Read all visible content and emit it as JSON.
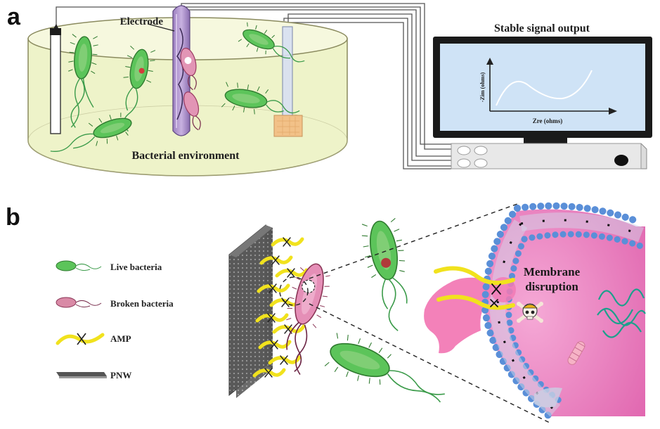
{
  "panels": {
    "a": {
      "letter": "a",
      "electrode_label": "Electrode",
      "environment_label": "Bacterial environment",
      "monitor_title": "Stable signal output",
      "y_axis_label": "-Zim (ohms)",
      "x_axis_label": "Zre (ohms)"
    },
    "b": {
      "letter": "b",
      "legend": [
        {
          "label": "Live bacteria",
          "icon": "live-bacteria-icon"
        },
        {
          "label": "Broken bacteria",
          "icon": "broken-bacteria-icon"
        },
        {
          "label": "AMP",
          "icon": "amp-icon"
        },
        {
          "label": "PNW",
          "icon": "pnw-icon"
        }
      ],
      "membrane_label_line1": "Membrane",
      "membrane_label_line2": "disruption"
    }
  },
  "colors": {
    "dish_fill": "#eef3c9",
    "live_bacteria": "#4fbf52",
    "broken_bacteria": "#d98aa6",
    "amp": "#f1e21d",
    "membrane_pink": "#e76fb8",
    "lipid_blue": "#5a8fd8",
    "screen": "#cfe3f6"
  }
}
